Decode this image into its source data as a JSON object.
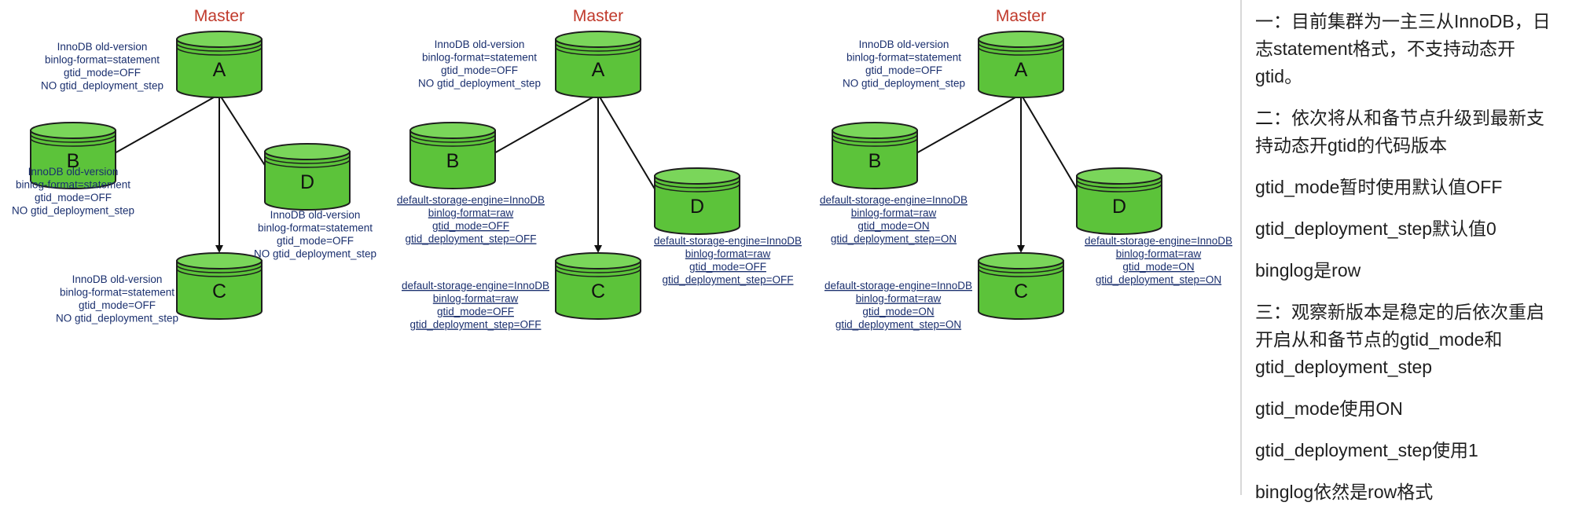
{
  "panels": [
    {
      "master_label": "Master",
      "nodes": {
        "A": {
          "letter": "A",
          "info": [
            "InnoDB old-version",
            "binlog-format=statement",
            "gtid_mode=OFF",
            "NO gtid_deployment_step"
          ]
        },
        "B": {
          "letter": "B",
          "info": [
            "InnoDB old-version",
            "binlog-format=statement",
            "gtid_mode=OFF",
            "NO gtid_deployment_step"
          ]
        },
        "C": {
          "letter": "C",
          "info": [
            "InnoDB old-version",
            "binlog-format=statement",
            "gtid_mode=OFF",
            "NO gtid_deployment_step"
          ]
        },
        "D": {
          "letter": "D",
          "info": [
            "InnoDB old-version",
            "binlog-format=statement",
            "gtid_mode=OFF",
            "NO gtid_deployment_step"
          ]
        }
      }
    },
    {
      "master_label": "Master",
      "nodes": {
        "A": {
          "letter": "A",
          "info": [
            "InnoDB old-version",
            "binlog-format=statement",
            "gtid_mode=OFF",
            "NO gtid_deployment_step"
          ]
        },
        "B": {
          "letter": "B",
          "info": [
            "default-storage-engine=InnoDB",
            "binlog-format=raw",
            "gtid_mode=OFF",
            "gtid_deployment_step=OFF"
          ]
        },
        "C": {
          "letter": "C",
          "info": [
            "default-storage-engine=InnoDB",
            "binlog-format=raw",
            "gtid_mode=OFF",
            "gtid_deployment_step=OFF"
          ]
        },
        "D": {
          "letter": "D",
          "info": [
            "default-storage-engine=InnoDB",
            "binlog-format=raw",
            "gtid_mode=OFF",
            "gtid_deployment_step=OFF"
          ]
        }
      }
    },
    {
      "master_label": "Master",
      "nodes": {
        "A": {
          "letter": "A",
          "info": [
            "InnoDB old-version",
            "binlog-format=statement",
            "gtid_mode=OFF",
            "NO gtid_deployment_step"
          ]
        },
        "B": {
          "letter": "B",
          "info": [
            "default-storage-engine=InnoDB",
            "binlog-format=raw",
            "gtid_mode=ON",
            "gtid_deployment_step=ON"
          ]
        },
        "C": {
          "letter": "C",
          "info": [
            "default-storage-engine=InnoDB",
            "binlog-format=raw",
            "gtid_mode=ON",
            "gtid_deployment_step=ON"
          ]
        },
        "D": {
          "letter": "D",
          "info": [
            "default-storage-engine=InnoDB",
            "binlog-format=raw",
            "gtid_mode=ON",
            "gtid_deployment_step=ON"
          ]
        }
      }
    }
  ],
  "notes": [
    "一：目前集群为一主三从InnoDB，日",
    "志statement格式，不支持动态开",
    "gtid。",
    "二：依次将从和备节点升级到最新支",
    "持动态开gtid的代码版本",
    "gtid_mode暂时使用默认值OFF",
    "gtid_deployment_step默认值0",
    "binglog是row",
    "三：观察新版本是稳定的后依次重启",
    "开启从和备节点的gtid_mode和",
    "gtid_deployment_step",
    "gtid_mode使用ON",
    "gtid_deployment_step使用1",
    "binglog依然是row格式"
  ],
  "colors": {
    "master_label": "#c0392b",
    "cylinder_fill": "#5cc33a",
    "cylinder_top": "#7ad65a",
    "cylinder_stroke": "#1e1e1e",
    "info_text": "#1a2f6e",
    "note_text": "#1f1f1f",
    "divider": "#d8d8d8"
  }
}
